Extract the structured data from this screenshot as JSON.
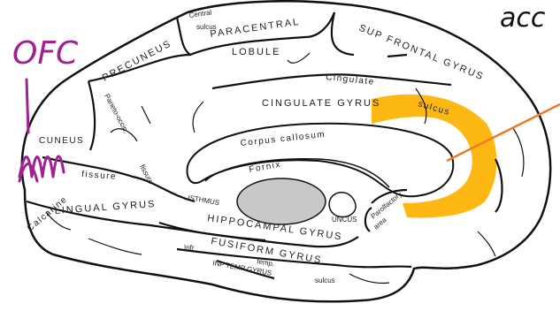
{
  "labels": {
    "central_sulcus_1": "Central",
    "central_sulcus_2": "sulcus",
    "paracentral_1": "PARACENTRAL",
    "paracentral_2": "LOBULE",
    "sup_frontal": "SUP FRONTAL GYRUS",
    "precuneus": "PRECUNEUS",
    "parieto_occip": "Parieto-occip.",
    "cingulate_sulcus_1": "Cingulate",
    "cingulate_sulcus_2": "sulcus",
    "cingulate_gyrus": "CINGULATE GYRUS",
    "corpus_callosum": "Corpus callosum",
    "cuneus": "CUNEUS",
    "fornix": "Fornix",
    "calcarine": "Calcarine",
    "fissure_1": "fissure",
    "fissure_2": "fissure",
    "isthmus": "ISTHMUS",
    "lingual": "LINGUAL GYRUS",
    "hippocampal": "HIPPOCAMPAL GYRUS",
    "uncus": "UNCUS",
    "parolfactory_1": "Parolfactory",
    "parolfactory_2": "area",
    "fusiform": "FUSIFORM GYRUS",
    "infr": "Infr",
    "temp": "temp.",
    "inf_temp_gyrus": "INF TEMP GYRUS",
    "sulcus": "sulcus"
  },
  "annotations": {
    "ofc": "OFC",
    "acc": "acc"
  },
  "colors": {
    "highlight": "#FDB813",
    "arrow": "#F07A20",
    "ofc_ink": "#A0218F",
    "ventricle": "#C8C8C8",
    "outline": "#111111",
    "ink": "#111111"
  }
}
